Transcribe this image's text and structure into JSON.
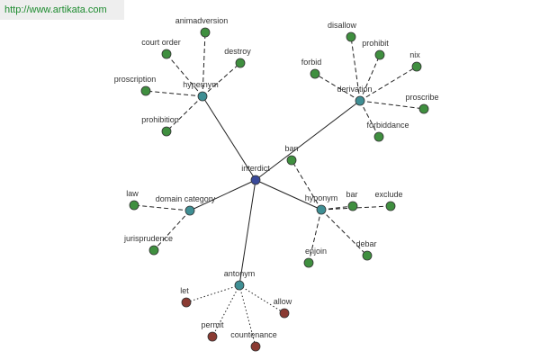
{
  "watermark": "http://www.artikata.com",
  "colors": {
    "center": "#3a4a9a",
    "hub": "#3f8f94",
    "related": "#3f8f3f",
    "antonym": "#8a3a32"
  },
  "nodes": [
    {
      "id": "interdict",
      "label": "interdict",
      "kind": "center"
    },
    {
      "id": "hypernym",
      "label": "hypernym",
      "kind": "hub"
    },
    {
      "id": "derivation",
      "label": "derivation",
      "kind": "hub"
    },
    {
      "id": "domain_category",
      "label": "domain category",
      "kind": "hub"
    },
    {
      "id": "hyponym",
      "label": "hyponym",
      "kind": "hub"
    },
    {
      "id": "antonym",
      "label": "antonym",
      "kind": "hub"
    },
    {
      "id": "animadversion",
      "label": "animadversion",
      "kind": "related"
    },
    {
      "id": "court_order",
      "label": "court order",
      "kind": "related"
    },
    {
      "id": "destroy",
      "label": "destroy",
      "kind": "related"
    },
    {
      "id": "proscription",
      "label": "proscription",
      "kind": "related"
    },
    {
      "id": "prohibition",
      "label": "prohibition",
      "kind": "related"
    },
    {
      "id": "disallow",
      "label": "disallow",
      "kind": "related"
    },
    {
      "id": "prohibit",
      "label": "prohibit",
      "kind": "related"
    },
    {
      "id": "nix",
      "label": "nix",
      "kind": "related"
    },
    {
      "id": "forbid",
      "label": "forbid",
      "kind": "related"
    },
    {
      "id": "proscribe",
      "label": "proscribe",
      "kind": "related"
    },
    {
      "id": "forbiddance",
      "label": "forbiddance",
      "kind": "related"
    },
    {
      "id": "ban",
      "label": "ban",
      "kind": "related"
    },
    {
      "id": "law",
      "label": "law",
      "kind": "related"
    },
    {
      "id": "jurisprudence",
      "label": "jurisprudence",
      "kind": "related"
    },
    {
      "id": "bar",
      "label": "bar",
      "kind": "related"
    },
    {
      "id": "exclude",
      "label": "exclude",
      "kind": "related"
    },
    {
      "id": "enjoin",
      "label": "enjoin",
      "kind": "related"
    },
    {
      "id": "debar",
      "label": "debar",
      "kind": "related"
    },
    {
      "id": "let",
      "label": "let",
      "kind": "antonym"
    },
    {
      "id": "allow",
      "label": "allow",
      "kind": "antonym"
    },
    {
      "id": "permit",
      "label": "permit",
      "kind": "antonym"
    },
    {
      "id": "countenance",
      "label": "countenance",
      "kind": "antonym"
    }
  ],
  "edges": [
    {
      "from": "interdict",
      "to": "hypernym",
      "style": "solid"
    },
    {
      "from": "interdict",
      "to": "derivation",
      "style": "solid"
    },
    {
      "from": "interdict",
      "to": "domain_category",
      "style": "solid"
    },
    {
      "from": "interdict",
      "to": "hyponym",
      "style": "solid"
    },
    {
      "from": "interdict",
      "to": "antonym",
      "style": "solid"
    },
    {
      "from": "hypernym",
      "to": "animadversion",
      "style": "dashed"
    },
    {
      "from": "hypernym",
      "to": "court_order",
      "style": "dashed"
    },
    {
      "from": "hypernym",
      "to": "destroy",
      "style": "dashed"
    },
    {
      "from": "hypernym",
      "to": "proscription",
      "style": "dashed"
    },
    {
      "from": "hypernym",
      "to": "prohibition",
      "style": "dashed"
    },
    {
      "from": "derivation",
      "to": "disallow",
      "style": "dashed"
    },
    {
      "from": "derivation",
      "to": "prohibit",
      "style": "dashed"
    },
    {
      "from": "derivation",
      "to": "nix",
      "style": "dashed"
    },
    {
      "from": "derivation",
      "to": "forbid",
      "style": "dashed"
    },
    {
      "from": "derivation",
      "to": "proscribe",
      "style": "dashed"
    },
    {
      "from": "derivation",
      "to": "forbiddance",
      "style": "dashed"
    },
    {
      "from": "domain_category",
      "to": "law",
      "style": "dashed"
    },
    {
      "from": "domain_category",
      "to": "jurisprudence",
      "style": "dashed"
    },
    {
      "from": "hyponym",
      "to": "ban",
      "style": "dashed"
    },
    {
      "from": "hyponym",
      "to": "bar",
      "style": "dashed"
    },
    {
      "from": "hyponym",
      "to": "exclude",
      "style": "dashed"
    },
    {
      "from": "hyponym",
      "to": "enjoin",
      "style": "dashed"
    },
    {
      "from": "hyponym",
      "to": "debar",
      "style": "dashed"
    },
    {
      "from": "antonym",
      "to": "let",
      "style": "dotted"
    },
    {
      "from": "antonym",
      "to": "allow",
      "style": "dotted"
    },
    {
      "from": "antonym",
      "to": "permit",
      "style": "dotted"
    },
    {
      "from": "antonym",
      "to": "countenance",
      "style": "dotted"
    }
  ]
}
